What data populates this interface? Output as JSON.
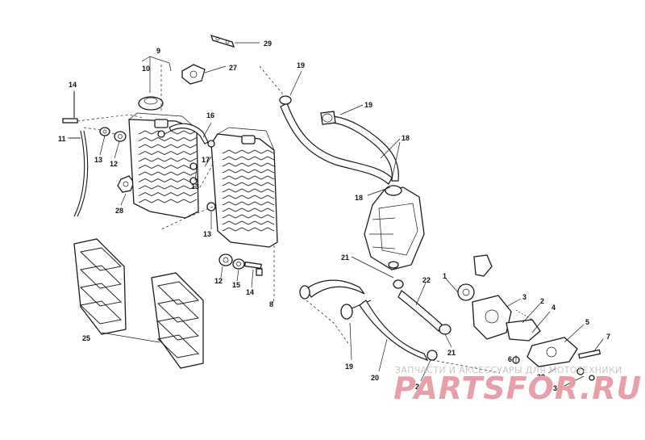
{
  "diagram": {
    "callouts": [
      {
        "id": "lbl-29",
        "text": "29"
      },
      {
        "id": "lbl-9",
        "text": "9"
      },
      {
        "id": "lbl-27",
        "text": "27"
      },
      {
        "id": "lbl-19a",
        "text": "19"
      },
      {
        "id": "lbl-10",
        "text": "10"
      },
      {
        "id": "lbl-14a",
        "text": "14"
      },
      {
        "id": "lbl-19b",
        "text": "19"
      },
      {
        "id": "lbl-16",
        "text": "16"
      },
      {
        "id": "lbl-11",
        "text": "11"
      },
      {
        "id": "lbl-18a",
        "text": "18"
      },
      {
        "id": "lbl-13a",
        "text": "13"
      },
      {
        "id": "lbl-12a",
        "text": "12"
      },
      {
        "id": "lbl-17",
        "text": "17"
      },
      {
        "id": "lbl-13b",
        "text": "13"
      },
      {
        "id": "lbl-18b",
        "text": "18"
      },
      {
        "id": "lbl-28",
        "text": "28"
      },
      {
        "id": "lbl-13c",
        "text": "13"
      },
      {
        "id": "lbl-21a",
        "text": "21"
      },
      {
        "id": "lbl-22",
        "text": "22"
      },
      {
        "id": "lbl-1",
        "text": "1"
      },
      {
        "id": "lbl-12b",
        "text": "12"
      },
      {
        "id": "lbl-15",
        "text": "15"
      },
      {
        "id": "lbl-14b",
        "text": "14"
      },
      {
        "id": "lbl-8",
        "text": "8"
      },
      {
        "id": "lbl-3",
        "text": "3"
      },
      {
        "id": "lbl-2",
        "text": "2"
      },
      {
        "id": "lbl-4",
        "text": "4"
      },
      {
        "id": "lbl-5",
        "text": "5"
      },
      {
        "id": "lbl-25",
        "text": "25"
      },
      {
        "id": "lbl-21b",
        "text": "21"
      },
      {
        "id": "lbl-7",
        "text": "7"
      },
      {
        "id": "lbl-6",
        "text": "6"
      },
      {
        "id": "lbl-19c",
        "text": "19"
      },
      {
        "id": "lbl-20",
        "text": "20"
      },
      {
        "id": "lbl-33",
        "text": "33"
      },
      {
        "id": "lbl-21c",
        "text": "21"
      },
      {
        "id": "lbl-34",
        "text": "34"
      }
    ]
  },
  "watermark": {
    "caption": "ЗАПЧАСТИ И АКСЕССУАРЫ ДЛЯ МОТОТЕХНИКИ",
    "brand": "PARTSFOR.RU",
    "brand_color": "#e8a0a8"
  }
}
